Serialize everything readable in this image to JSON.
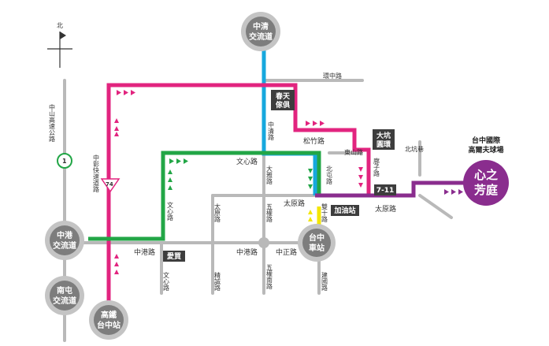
{
  "colors": {
    "road_gray": "#b9b9b9",
    "magenta": "#e2247f",
    "cyan": "#16a8de",
    "green": "#22a646",
    "purple": "#8a2d8e",
    "yellow": "#f3e600",
    "node_fill": "#7d7d7d",
    "node_ring": "#c4c4c4",
    "label_box": "#3d3d3d"
  },
  "compass": {
    "north": "北"
  },
  "nodes": {
    "zhongqing": [
      "中清",
      "交流道"
    ],
    "zhonggang": [
      "中港",
      "交流道"
    ],
    "nantun": [
      "南屯",
      "交流道"
    ],
    "gaotie": [
      "高鐵",
      "台中站"
    ],
    "taizhong_station": [
      "台中",
      "車站"
    ]
  },
  "destination": {
    "name": [
      "心之",
      "芳庭"
    ],
    "venue": [
      "台中國際",
      "高爾夫球場"
    ]
  },
  "label_boxes": {
    "chuntian": [
      "春天",
      "傢俱"
    ],
    "dakeng": [
      "大坑",
      "圓環"
    ],
    "seven_eleven": "7-11",
    "gas_station": "加油站",
    "aimai": "愛買"
  },
  "roads": {
    "huanzhong": "環中路",
    "zhongshan_highway": "中山高速公路",
    "highway_number": "1",
    "zhongzhang": "中彰快速道路",
    "route_number": "74",
    "zhongqing_rd": "中清路",
    "songzhu": "松竹路",
    "dongshan": "東山路",
    "liaozi": "廍子路",
    "beikeng": "北坑巷",
    "wenxin_top": "文心路",
    "daya": "大雅路",
    "beitun": "北屯路",
    "wenxin_left": "文心路",
    "taiyuan": "太原路",
    "taiyuan_mid": "太原路",
    "taiyuan_right": "太原路",
    "wuquan": "五權路",
    "shuangshi": "雙十路",
    "zhonggang_left": "中港路",
    "zhonggang_mid": "中港路",
    "zhongzheng": "中正路",
    "wenxin_bottom": "文心路",
    "jingcheng": "精誠路",
    "wuquan_south": "五權南路",
    "jianguo": "建國路"
  }
}
